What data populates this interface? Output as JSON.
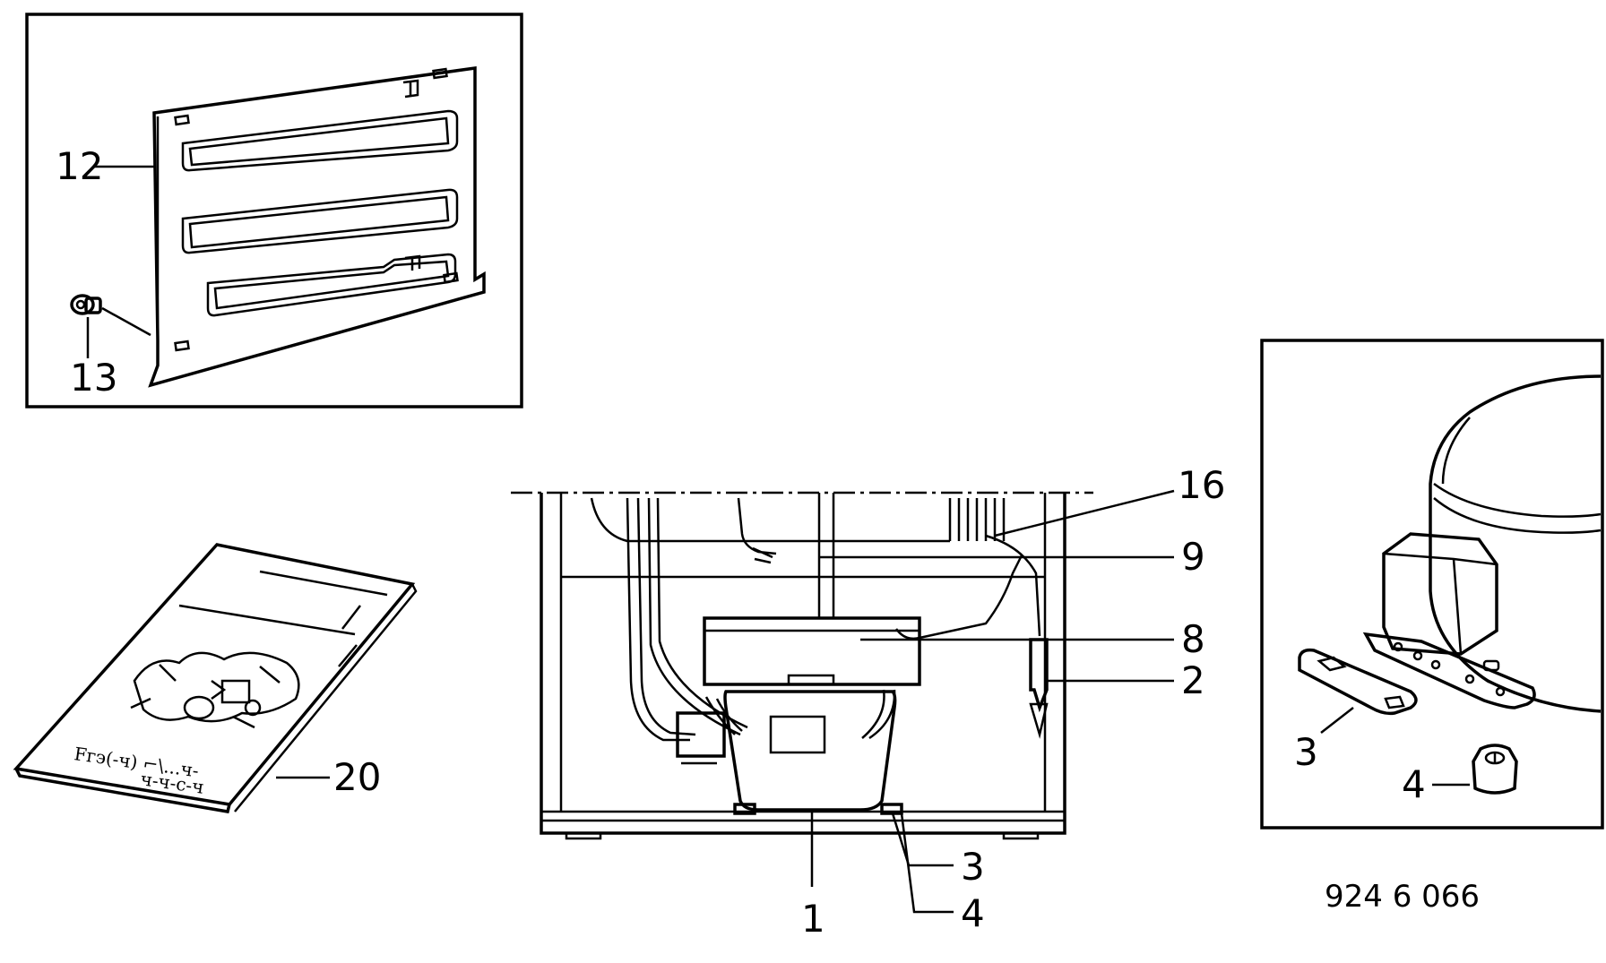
{
  "diagram_code": "924 6 066",
  "callouts": {
    "c1": "1",
    "c2": "2",
    "c3_main": "3",
    "c4_main": "4",
    "c8": "8",
    "c9": "9",
    "c12": "12",
    "c13": "13",
    "c16": "16",
    "c20": "20",
    "c3_detail": "3",
    "c4_detail": "4"
  },
  "manual_text": {
    "line1": "Fгэ(-ч) ⌐\\...ч-",
    "line2": "ч-ч-с-ч"
  },
  "colors": {
    "ink": "#000000",
    "paper": "#ffffff"
  }
}
